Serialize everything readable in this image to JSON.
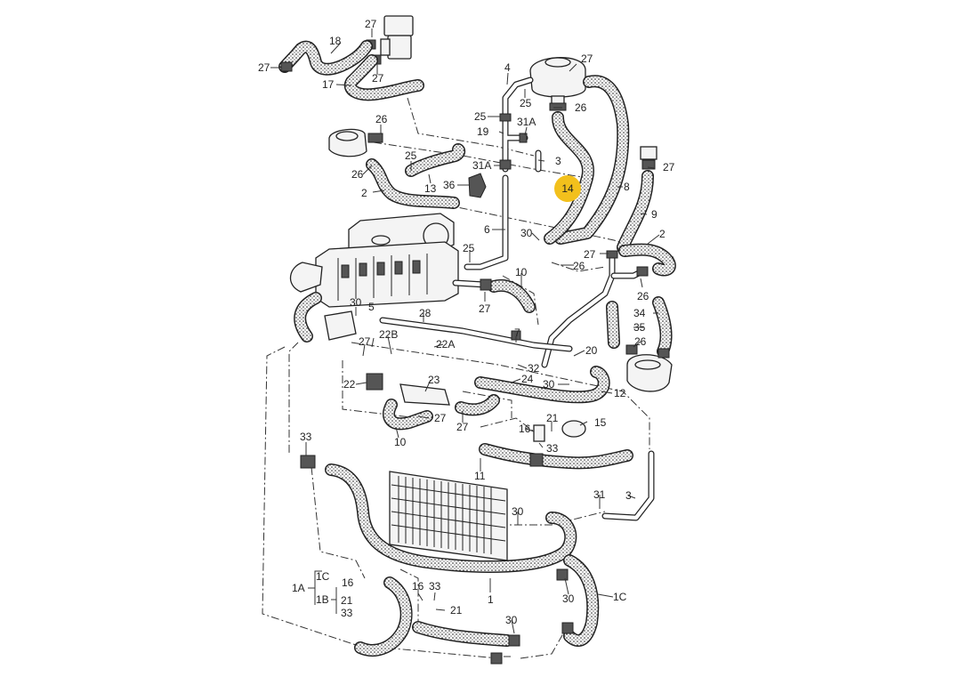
{
  "diagram": {
    "highlighted_label": "14",
    "callouts": {
      "c27a": "27",
      "c18": "18",
      "c27b": "27",
      "c17": "17",
      "c27c": "27",
      "c4": "4",
      "c27d": "27",
      "c25a": "25",
      "c26a": "26",
      "c25b": "25",
      "c31Aa": "31A",
      "c19": "19",
      "c3a": "3",
      "c31Ab": "31A",
      "c27e": "27",
      "c26b": "26",
      "c26c": "26",
      "c25c": "25",
      "c13": "13",
      "c36": "36",
      "c2a": "2",
      "c14": "14",
      "c8": "8",
      "c9": "9",
      "c6": "6",
      "c30a": "30",
      "c2b": "2",
      "c25d": "25",
      "c27f": "27",
      "c26d": "26",
      "c10a": "10",
      "c26e": "26",
      "c27g": "27",
      "c34": "34",
      "c30b": "30",
      "c5": "5",
      "c28": "28",
      "c35": "35",
      "c7": "7",
      "c27h": "27",
      "c22B": "22B",
      "c22A": "22A",
      "c26f": "26",
      "c20": "20",
      "c32": "32",
      "c22": "22",
      "c23": "23",
      "c24": "24",
      "c30c": "30",
      "c12": "12",
      "c27i": "27",
      "c27j": "27",
      "c10b": "10",
      "c21a": "21",
      "c15": "15",
      "c16a": "16",
      "c33a": "33",
      "c33b": "33",
      "c11": "11",
      "c31": "31",
      "c3b": "3",
      "c30d": "30",
      "c1C": "1C",
      "c1A": "1A",
      "c16b": "16",
      "c1B": "1B",
      "c21b": "21",
      "c33c": "33",
      "c16c": "16",
      "c33d": "33",
      "c21c": "21",
      "c1": "1",
      "c30e": "30",
      "c1Cb": "1C",
      "c30f": "30"
    }
  },
  "colors": {
    "highlight": "#f2c01c",
    "line": "#222222"
  }
}
